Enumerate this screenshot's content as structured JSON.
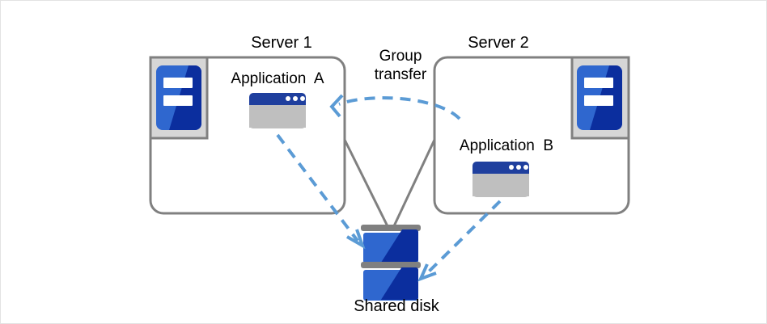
{
  "diagram": {
    "title_nodes": {
      "server1": "Server 1",
      "server2": "Server 2"
    },
    "app_labels": {
      "app_a": "Application  A",
      "app_b": "Application  B"
    },
    "annotation": {
      "group_transfer_line1": "Group",
      "group_transfer_line2": "transfer"
    },
    "storage": {
      "shared_disk": "Shared disk"
    },
    "icons": {
      "server_a": "server-icon",
      "server_b": "server-icon",
      "app_window_a": "application-window-icon",
      "app_window_b": "application-window-icon",
      "disk": "disk-stack-icon",
      "group_transfer_arrow": "curved-dashed-arrow-icon",
      "app_a_to_disk_arrow": "dashed-arrow-icon",
      "app_b_to_disk_arrow": "dashed-arrow-icon",
      "server1_disk_link": "connector-line-icon",
      "server2_disk_link": "connector-line-icon"
    },
    "colors": {
      "outline_gray": "#808080",
      "icon_frame_gray": "#cccccc",
      "blue_light": "#2f67cf",
      "blue_dark": "#0b2e9e",
      "titlebar_blue": "#1f3f9e",
      "window_body_gray": "#bfbfbf",
      "arrow_blue": "#5b9bd5",
      "text_black": "#000000",
      "canvas_border": "#e3e3e3"
    }
  }
}
